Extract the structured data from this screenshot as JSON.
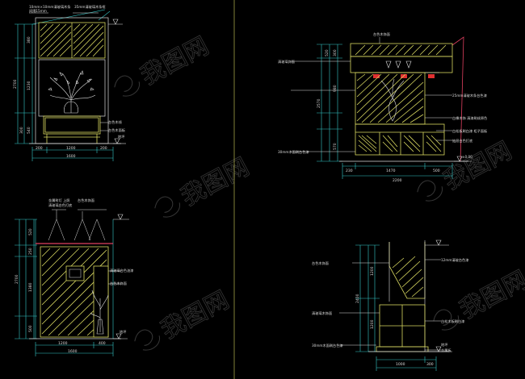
{
  "watermark": {
    "text": "我图网"
  },
  "colors": {
    "background": "#000000",
    "cabinet": "#d8d860",
    "dimension": "#35c8c8",
    "outline": "#dcdcdc",
    "wall": "#e04060",
    "lamp": "#e03030"
  },
  "elevation_a": {
    "labels": [
      "10mm×10mm清玻璃木条",
      "间隔15mm",
      "35mm清玻璃木条框",
      "台色木线",
      "台色木面板"
    ],
    "dims_v": [
      "380",
      "2700",
      "1230",
      "540",
      "300"
    ],
    "dims_h": [
      "200",
      "1200",
      "200",
      "1600"
    ],
    "marker": "地坪"
  },
  "elevation_b": {
    "labels": [
      "台色木饰面",
      "清玻璃饰面",
      "25mm清玻木条台色漆",
      "白橡木饰 清漆刷成原色",
      "白松板刷白漆 柜子面板",
      "抽屉白色打底",
      "30mm木面刷台色漆"
    ],
    "dims_v": [
      "300",
      "520",
      "2570",
      "980",
      "570"
    ],
    "dims_h": [
      "230",
      "1470",
      "500",
      "2200"
    ],
    "marker": "±0.00"
  },
  "elevation_c": {
    "labels": [
      "金属射灯 上照",
      "清玻璃台色打底",
      "台色木饰面",
      "清玻璃台色油漆",
      "台色木饰面"
    ],
    "dims_v": [
      "520",
      "250",
      "2700",
      "1380",
      "500"
    ],
    "dims_h": [
      "1200",
      "400",
      "1600"
    ],
    "marker": "地坪"
  },
  "elevation_d": {
    "labels": [
      "台色木饰面",
      "12mm清玻台色漆",
      "清玻璃木饰面",
      "白松木板刷白漆",
      "30mm木面刷台色漆",
      "金属板"
    ],
    "dims_v": [
      "1200",
      "2400",
      "1200"
    ],
    "dims_h": [
      "1000",
      "300"
    ],
    "marker": "地坪"
  }
}
